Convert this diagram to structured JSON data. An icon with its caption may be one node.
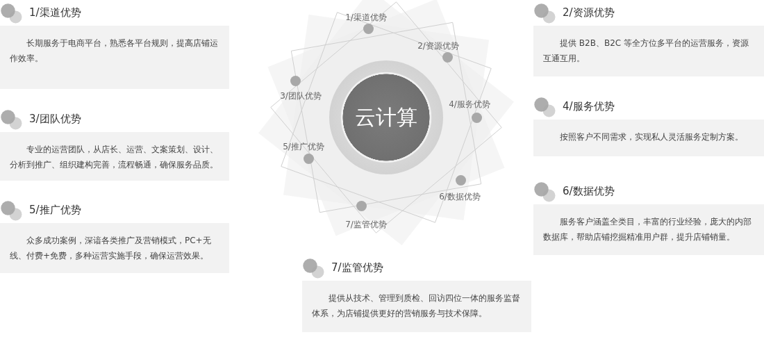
{
  "diagram": {
    "nodes": [
      {
        "text": [
          "云计算"
        ]
      },
      {
        "text": [
          "1/渠道优势",
          "长期服务于电商平台，熟悉各平台规则，提高店铺运作效率。"
        ]
      },
      {
        "text": [
          "2/资源优势",
          "提供 B2B、B2C 等全方位多平台的运营服务，资源互通互用。"
        ]
      },
      {
        "text": [
          "3/团队优势",
          "专业的运营团队，从店长、运营、文案策划、设计、分析到推广、组织建构完善，流程畅通，确保服务品质。"
        ]
      },
      {
        "text": [
          "4/服务优势",
          "按照客户不同需求，实现私人灵活服务定制方案。"
        ]
      },
      {
        "text": [
          "5/推广优势",
          "众多成功案例，深谙各类推广及营销模式，PC+无线、付费+免费，多种运营实施手段，确保运营效果。"
        ]
      },
      {
        "text": [
          "6/数据优势",
          "服务客户涵盖全类目，丰富的行业经验，庞大的内部数据库，帮助店铺挖掘精准用户群，提升店铺销量。"
        ]
      },
      {
        "text": [
          "7/监管优势",
          "提供从技术、管理到质检、回访四位一体的服务监督体系，为店铺提供更好的营销服务与技术保障。"
        ]
      }
    ],
    "labels": [
      "1/渠道优势",
      "2/资源优势",
      "3/团队优势",
      "4/服务优势",
      "5/推广优势",
      "6/数据优势",
      "7/监管优势"
    ]
  }
}
